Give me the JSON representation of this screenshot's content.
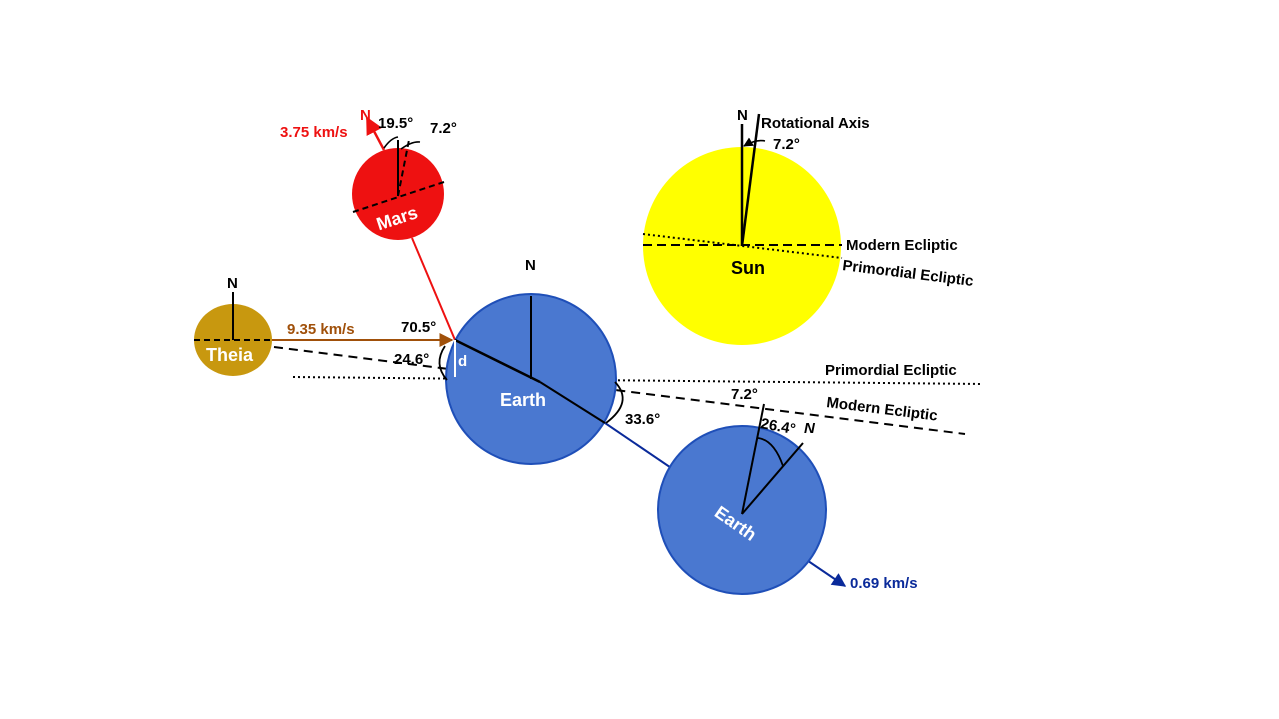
{
  "colors": {
    "mars": "#ee1111",
    "earth": "#4a78d0",
    "earth_stroke": "#1f4fb8",
    "theia": "#c8980f",
    "sun": "#ffff00",
    "velocity_earth": "#0a2a9a",
    "velocity_theia": "#a0500a"
  },
  "theia": {
    "name": "Theia",
    "north": "N",
    "speed": "9.35 km/s"
  },
  "mars": {
    "name": "Mars",
    "north": "N",
    "speed": "3.75 km/s",
    "angle_axis": "19.5°",
    "angle_tilt": "7.2°"
  },
  "earth_impact": {
    "name": "Earth",
    "north": "N",
    "angle_impact": "70.5°",
    "angle_theia": "24.6°",
    "distance": "d",
    "angle_exit": "33.6°"
  },
  "earth_after": {
    "name": "Earth",
    "north": "N",
    "tilt": "26.4°",
    "speed": "0.69 km/s"
  },
  "sun": {
    "name": "Sun",
    "north": "N",
    "axis_label": "Rotational Axis",
    "tilt": "7.2°",
    "modern": "Modern Ecliptic",
    "primordial": "Primordial Ecliptic"
  },
  "ecliptic": {
    "primordial": "Primordial Ecliptic",
    "modern": "Modern Ecliptic",
    "angle": "7.2°"
  }
}
